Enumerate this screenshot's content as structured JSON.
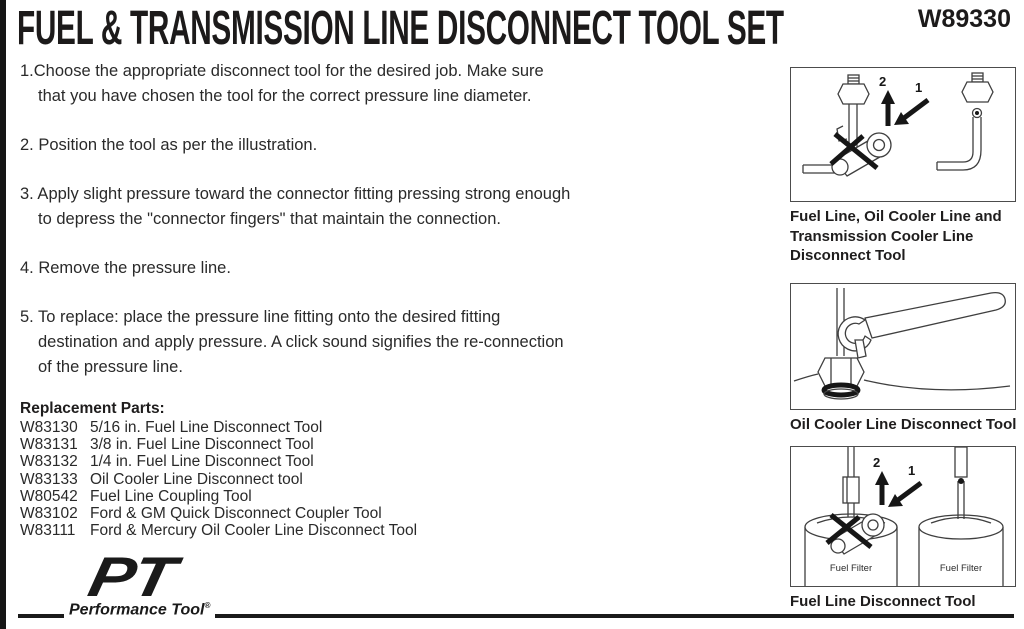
{
  "header": {
    "title": "FUEL & TRANSMISSION LINE DISCONNECT TOOL SET",
    "part_number": "W89330"
  },
  "instructions": [
    {
      "lines": [
        "1.Choose the appropriate disconnect tool for the desired job. Make sure",
        "that you have chosen the tool for the correct pressure line diameter."
      ]
    },
    {
      "lines": [
        "2. Position the tool as per the illustration."
      ]
    },
    {
      "lines": [
        "3. Apply slight pressure toward the connector fitting pressing strong enough",
        "to depress the \"connector fingers\" that maintain the connection."
      ]
    },
    {
      "lines": [
        "4. Remove the pressure line."
      ]
    },
    {
      "lines": [
        "5. To replace: place the pressure line fitting onto the desired fitting",
        "destination and apply pressure. A click sound signifies the re-connection",
        "of the pressure line."
      ]
    }
  ],
  "replacement_parts": {
    "heading": "Replacement Parts:",
    "items": [
      {
        "code": "W83130",
        "desc": "5/16 in. Fuel Line Disconnect Tool"
      },
      {
        "code": "W83131",
        "desc": "3/8 in. Fuel Line Disconnect Tool"
      },
      {
        "code": "W83132",
        "desc": "1/4 in. Fuel Line Disconnect Tool"
      },
      {
        "code": "W83133",
        "desc": "Oil Cooler Line Disconnect tool"
      },
      {
        "code": "W80542",
        "desc": "Fuel Line Coupling Tool"
      },
      {
        "code": "W83102",
        "desc": "Ford & GM Quick Disconnect Coupler Tool"
      },
      {
        "code": "W83111",
        "desc": "Ford & Mercury Oil Cooler Line Disconnect Tool"
      }
    ]
  },
  "figures": [
    {
      "caption_lines": [
        "Fuel Line, Oil Cooler Line and",
        "Transmission Cooler Line",
        "Disconnect Tool"
      ],
      "step1": "1",
      "step2": "2"
    },
    {
      "caption_lines": [
        "Oil Cooler Line Disconnect Tool"
      ]
    },
    {
      "caption_lines": [
        "Fuel Line Disconnect Tool"
      ],
      "step1": "1",
      "step2": "2",
      "filter_left": "Fuel Filter",
      "filter_right": "Fuel Filter"
    }
  ],
  "logo": {
    "monogram": "PT",
    "name": "Performance Tool",
    "registered": "®"
  },
  "colors": {
    "ink": "#231f20",
    "paper": "#ffffff"
  }
}
